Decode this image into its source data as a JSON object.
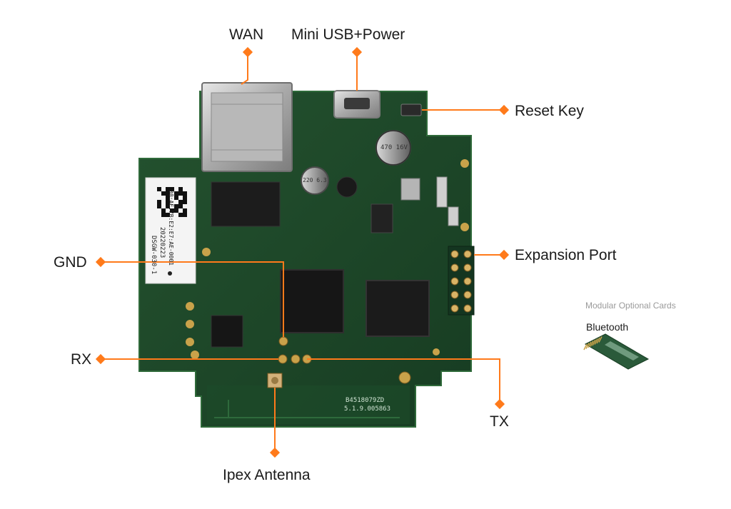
{
  "callouts": {
    "wan": "WAN",
    "mini_usb_power": "Mini USB+Power",
    "reset_key": "Reset Key",
    "expansion_port": "Expansion Port",
    "gnd": "GND",
    "rx": "RX",
    "tx": "TX",
    "ipex_antenna": "Ipex Antenna"
  },
  "modular_cards": {
    "caption": "Modular Optional Cards",
    "bluetooth": "Bluetooth"
  },
  "board_markings": {
    "sticker_model": "DSGW-030-1",
    "sticker_date": "20220223",
    "sticker_mac": "30:AE:7B:E2:E7:AE-0001",
    "capacitor_large": "470 16V",
    "capacitor_small": "220 6.3",
    "serial": "B4518079ZD",
    "version": "5.1.9.005863"
  },
  "colors": {
    "accent": "#ff7a1a",
    "pcb": "#1f4a2c",
    "pcb_dark": "#16391f",
    "pcb_edge": "#2f6a3a"
  }
}
